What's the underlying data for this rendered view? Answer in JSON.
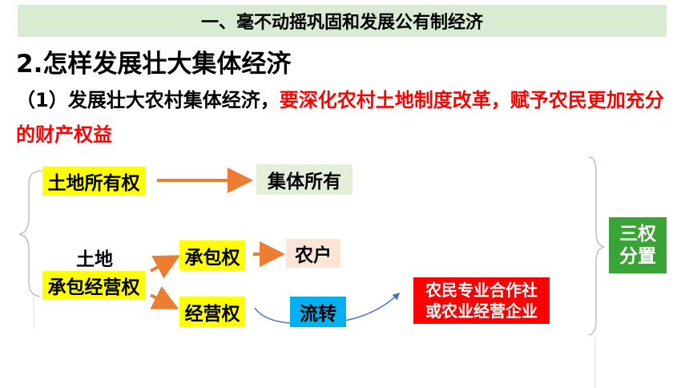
{
  "banner": {
    "text": "一、毫不动摇巩固和发展公有制经济"
  },
  "subheading": {
    "text": "2.怎样发展壮大集体经济"
  },
  "point": {
    "prefix": "（1）发展壮大农村集体经济，",
    "highlight": "要深化农村土地制度改革，赋予农民更加充分的财产权益"
  },
  "diagram": {
    "land_ownership": "土地所有权",
    "collective_ownership": "集体所有",
    "land_label": "土地",
    "contract_management": "承包经营权",
    "contract_right": "承包权",
    "farmer": "农户",
    "management_right": "经营权",
    "transfer": "流转",
    "cooperative_line1": "农民专业合作社",
    "cooperative_line2": "或农业经营企业",
    "three_rights_line1": "三权",
    "three_rights_line2": "分置"
  },
  "colors": {
    "highlight_red": "#ff0000",
    "arrow_orange": "#ed7d31",
    "label_yellow": "#ffff00",
    "banner_green": "#d9ecd3",
    "accent_green": "#3aa335",
    "accent_blue": "#00b0f0"
  }
}
